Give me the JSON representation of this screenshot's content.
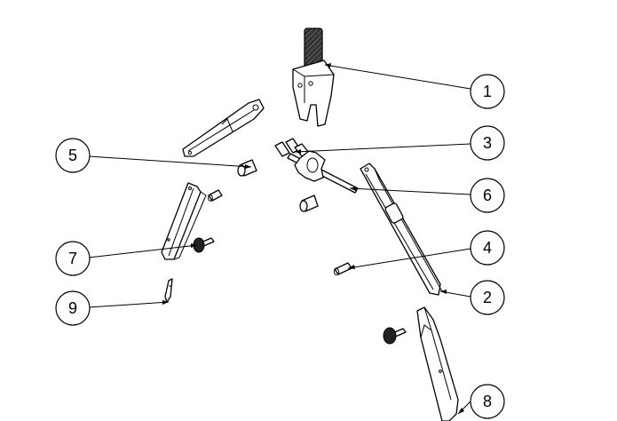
{
  "balloons": [
    {
      "label": "1"
    },
    {
      "label": "2"
    },
    {
      "label": "3"
    },
    {
      "label": "4"
    },
    {
      "label": "5"
    },
    {
      "label": "6"
    },
    {
      "label": "7"
    },
    {
      "label": "8"
    },
    {
      "label": "9"
    }
  ]
}
